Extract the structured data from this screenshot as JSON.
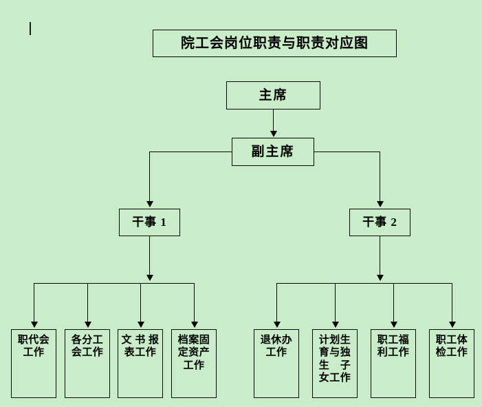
{
  "document": {
    "title": "院工会岗位职责与职责对应图",
    "background_color": "#c9ecc9",
    "line_color": "#000000",
    "text_color": "#000000"
  },
  "caret": {
    "name": "text-caret",
    "visible": true
  },
  "chart_data": {
    "type": "diagram",
    "diagram_type": "organizational-chart",
    "title": "院工会岗位职责与职责对应图",
    "nodes": [
      {
        "id": "title",
        "label": "院工会岗位职责与职责对应图",
        "level": 0
      },
      {
        "id": "chairman",
        "label": "主席",
        "level": 1
      },
      {
        "id": "vice_chairman",
        "label": "副主席",
        "level": 2
      },
      {
        "id": "officer1",
        "label": "干事 1",
        "level": 3
      },
      {
        "id": "officer2",
        "label": "干事 2",
        "level": 3
      },
      {
        "id": "leaf1",
        "label": "职代会工作",
        "level": 4,
        "parent": "officer1"
      },
      {
        "id": "leaf2",
        "label": "各分工会工作",
        "level": 4,
        "parent": "officer1"
      },
      {
        "id": "leaf3",
        "label": "文 书 报表工作",
        "level": 4,
        "parent": "officer1"
      },
      {
        "id": "leaf4",
        "label": "档案固定资产工作",
        "level": 4,
        "parent": "officer1"
      },
      {
        "id": "leaf5",
        "label": "退休办工作",
        "level": 4,
        "parent": "officer2"
      },
      {
        "id": "leaf6",
        "label": "计划生育与独生　子女工作",
        "level": 4,
        "parent": "officer2"
      },
      {
        "id": "leaf7",
        "label": "职工福利工作",
        "level": 4,
        "parent": "officer2"
      },
      {
        "id": "leaf8",
        "label": "职工体检工作",
        "level": 4,
        "parent": "officer2"
      }
    ],
    "edges": [
      {
        "from": "chairman",
        "to": "vice_chairman"
      },
      {
        "from": "vice_chairman",
        "to": "officer1"
      },
      {
        "from": "vice_chairman",
        "to": "officer2"
      },
      {
        "from": "officer1",
        "to": "leaf1"
      },
      {
        "from": "officer1",
        "to": "leaf2"
      },
      {
        "from": "officer1",
        "to": "leaf3"
      },
      {
        "from": "officer1",
        "to": "leaf4"
      },
      {
        "from": "officer2",
        "to": "leaf5"
      },
      {
        "from": "officer2",
        "to": "leaf6"
      },
      {
        "from": "officer2",
        "to": "leaf7"
      },
      {
        "from": "officer2",
        "to": "leaf8"
      }
    ]
  },
  "boxes": {
    "title": "院工会岗位职责与职责对应图",
    "chairman": "主席",
    "vice_chairman": "副主席",
    "officer1": "干事 1",
    "officer2": "干事 2"
  },
  "leaves_left": [
    {
      "label": "职代会工作"
    },
    {
      "label": "各分工会工作"
    },
    {
      "label": "文 书 报表工作"
    },
    {
      "label": "档案固定资产工作"
    }
  ],
  "leaves_right": [
    {
      "label": "退休办工作"
    },
    {
      "label": "计划生育与独生　子女工作"
    },
    {
      "label": "职工福利工作"
    },
    {
      "label": "职工体检工作"
    }
  ]
}
